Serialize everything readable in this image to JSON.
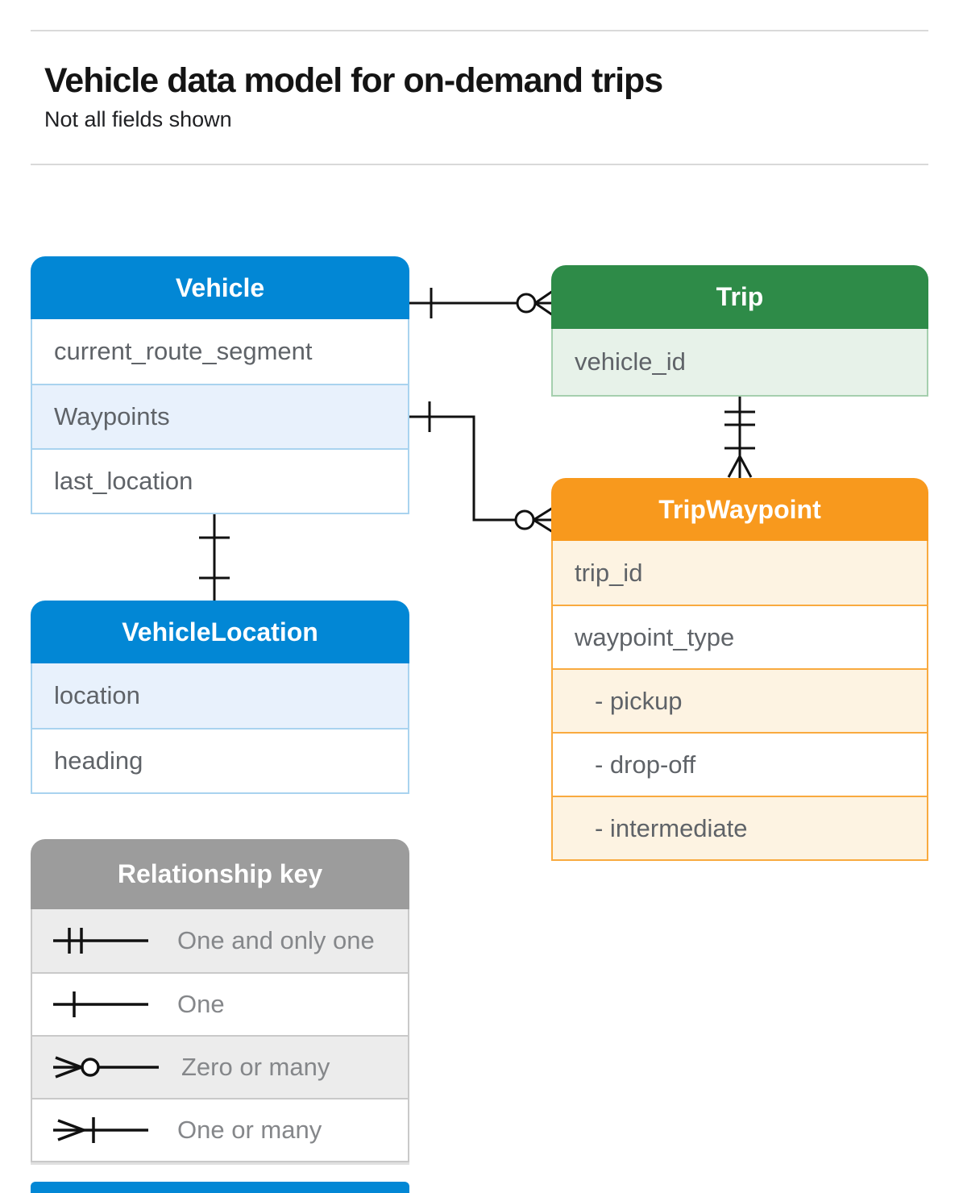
{
  "header": {
    "title": "Vehicle data model for on-demand trips",
    "subtitle": "Not all fields shown"
  },
  "entities": {
    "vehicle": {
      "title": "Vehicle",
      "fields": [
        "current_route_segment",
        "Waypoints",
        "last_location"
      ]
    },
    "trip": {
      "title": "Trip",
      "fields": [
        "vehicle_id"
      ]
    },
    "trip_waypoint": {
      "title": "TripWaypoint",
      "fields": [
        "trip_id",
        "waypoint_type",
        "- pickup",
        "- drop-off",
        "- intermediate"
      ]
    },
    "vehicle_location": {
      "title": "VehicleLocation",
      "fields": [
        "location",
        "heading"
      ]
    }
  },
  "legend": {
    "title": "Relationship key",
    "items": [
      {
        "symbol": "one-and-only-one",
        "label": "One and only one"
      },
      {
        "symbol": "one",
        "label": "One"
      },
      {
        "symbol": "zero-or-many",
        "label": "Zero or many"
      },
      {
        "symbol": "one-or-many",
        "label": "One or many"
      }
    ]
  },
  "relationships": [
    {
      "from": "Vehicle",
      "to": "Trip",
      "from_cardinality": "one",
      "to_cardinality": "zero-or-many"
    },
    {
      "from": "Vehicle.Waypoints",
      "to": "TripWaypoint",
      "from_cardinality": "one",
      "to_cardinality": "zero-or-many"
    },
    {
      "from": "Trip",
      "to": "TripWaypoint",
      "from_cardinality": "one-and-only-one",
      "to_cardinality": "one-or-many"
    },
    {
      "from": "Vehicle",
      "to": "VehicleLocation",
      "from_cardinality": "one",
      "to_cardinality": "one"
    }
  ],
  "colors": {
    "entity_blue": "#0287d5",
    "entity_green": "#2e8b48",
    "entity_orange": "#f8991d",
    "legend_gray": "#9c9c9c",
    "row_tint_blue": "#e8f1fc",
    "row_tint_green": "#e7f2e9",
    "row_tint_orange": "#fdf3e2",
    "field_text": "#5f6368",
    "connector_line": "#111111"
  }
}
